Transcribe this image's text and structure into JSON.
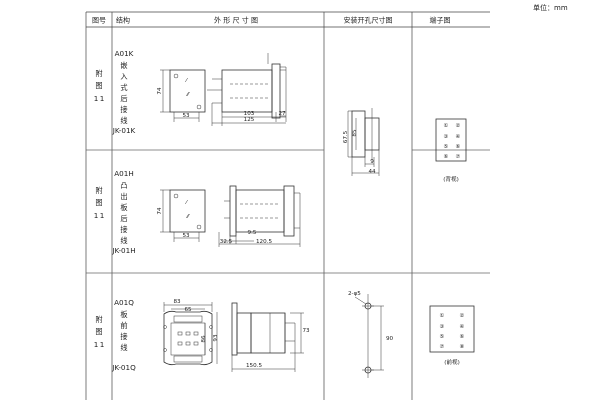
{
  "unit_label": "单位：mm",
  "headers": {
    "fig_no": "图号",
    "structure": "结构",
    "outline": "外 形 尺 寸 图",
    "mounting": "安装开孔尺寸图",
    "terminal": "端子图"
  },
  "rows": [
    {
      "fig_label": [
        "附",
        "图",
        "1",
        "1"
      ],
      "structure_code": "A01K",
      "structure_name": [
        "嵌",
        "入",
        "式",
        "后",
        "接",
        "线"
      ],
      "model": "JK-01K",
      "outline": {
        "front_height": "74",
        "front_width": "53",
        "side_top": "103",
        "side_right": "27",
        "side_total": "125"
      },
      "mounting": {
        "outer_height": "67.5",
        "inner_height": "85",
        "slot_width": "9",
        "base_width": "44"
      },
      "terminals": [
        "①",
        "②",
        "③",
        "④",
        "⑤",
        "⑥",
        "⑥",
        "⑦"
      ],
      "view_note": "(背视)"
    },
    {
      "fig_label": [
        "附",
        "图",
        "1",
        "1"
      ],
      "structure_code": "A01H",
      "structure_name": [
        "凸",
        "出",
        "板",
        "后",
        "接",
        "线"
      ],
      "model": "JK-01H",
      "outline": {
        "front_height": "74",
        "front_width": "53",
        "side_small": "9.5",
        "side_left": "32.5",
        "side_total": "120.5"
      }
    },
    {
      "fig_label": [
        "附",
        "图",
        "1",
        "1"
      ],
      "structure_code": "A01Q",
      "structure_name": [
        "板",
        "前",
        "接",
        "线"
      ],
      "model": "JK-01Q",
      "outline": {
        "front_width": "83",
        "front_inner": "65",
        "front_height": "86",
        "front_side": "93",
        "side_height": "73",
        "side_total": "150.5"
      },
      "mounting": {
        "hole_label": "2-φ5",
        "height": "90"
      },
      "terminals": [
        "①",
        "②",
        "③",
        "④",
        "⑤",
        "⑥",
        "⑦",
        "⑧"
      ],
      "view_note": "(前视)"
    }
  ]
}
